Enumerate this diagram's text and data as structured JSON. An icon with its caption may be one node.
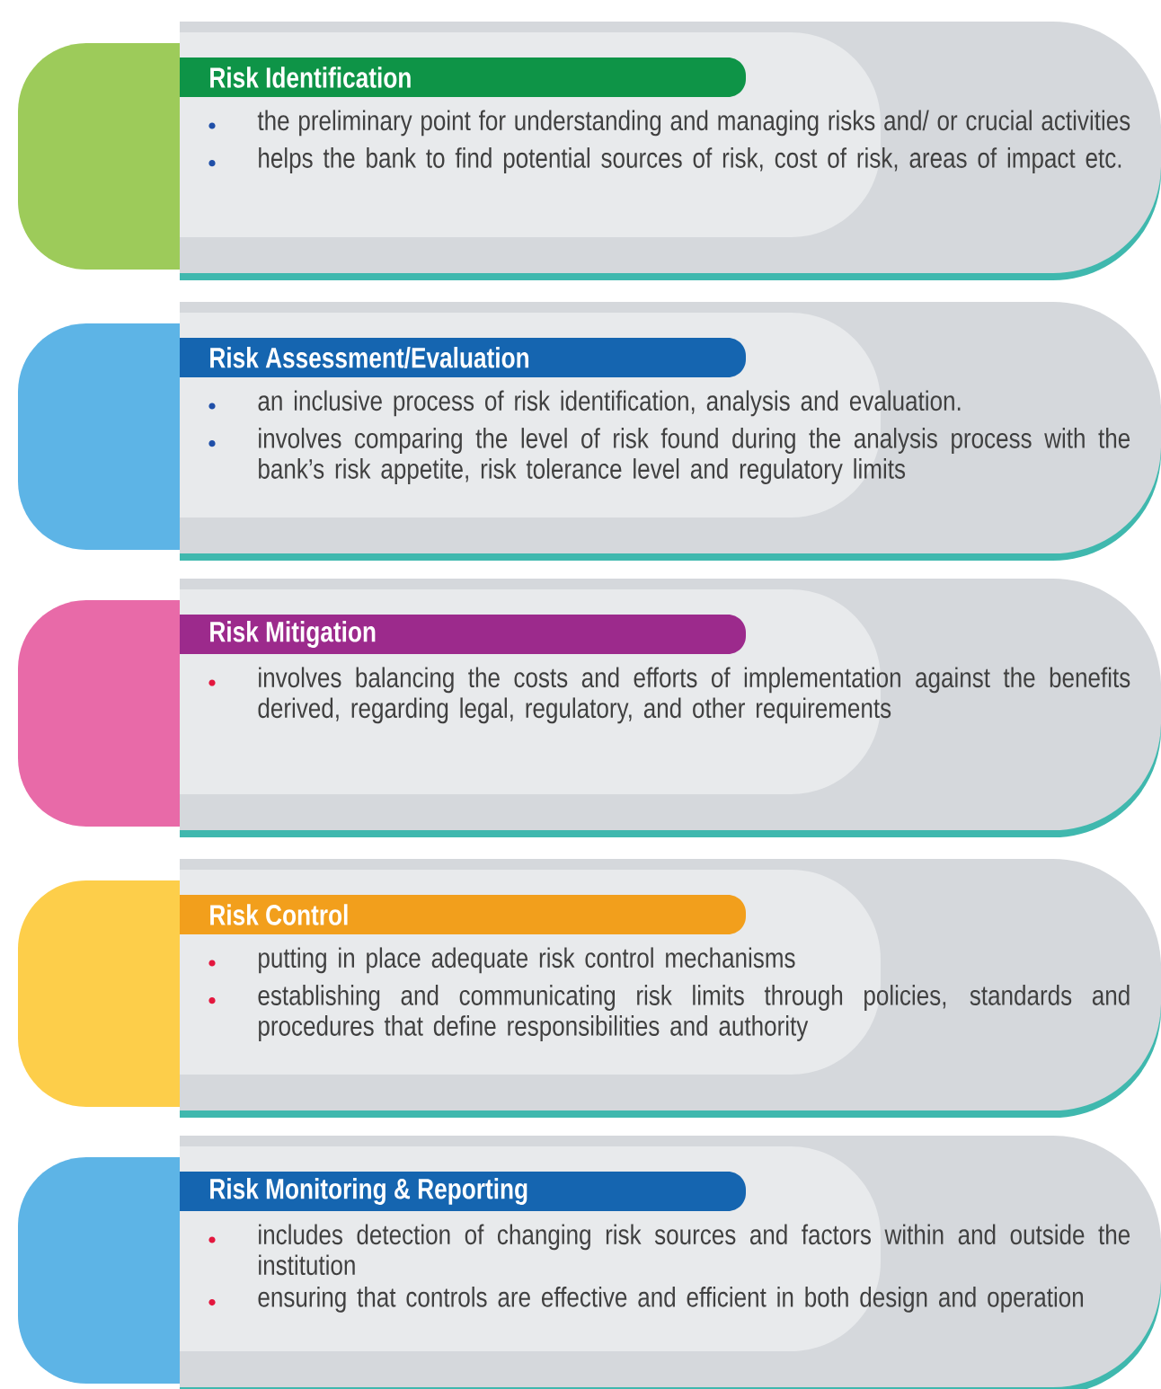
{
  "diagram": {
    "nodes": [
      {
        "text": [
          "Risk Identification",
          "the preliminary point for understanding and managing risks and/ or crucial activities",
          "helps the bank to find potential sources of risk, cost of risk, areas of impact etc."
        ]
      },
      {
        "text": [
          "Risk Assessment/Evaluation",
          "an inclusive process of risk identification, analysis and evaluation.",
          "involves comparing the level of risk found during the analysis process with the bank’s risk appetite, risk tolerance level and regulatory limits"
        ]
      },
      {
        "text": [
          "Risk Mitigation",
          "involves balancing the costs and efforts of implementation against the benefits derived, regarding legal, regulatory, and other requirements"
        ]
      },
      {
        "text": [
          "Risk Control",
          "putting in place adequate risk control mechanisms",
          "establishing and communicating risk limits through policies, standards and procedures that define responsibilities and authority"
        ]
      },
      {
        "text": [
          "Risk Monitoring & Reporting",
          "includes detection of changing risk sources and factors within and outside the institution",
          "ensuring that controls are effective and efficient in both design and operation"
        ]
      }
    ]
  }
}
